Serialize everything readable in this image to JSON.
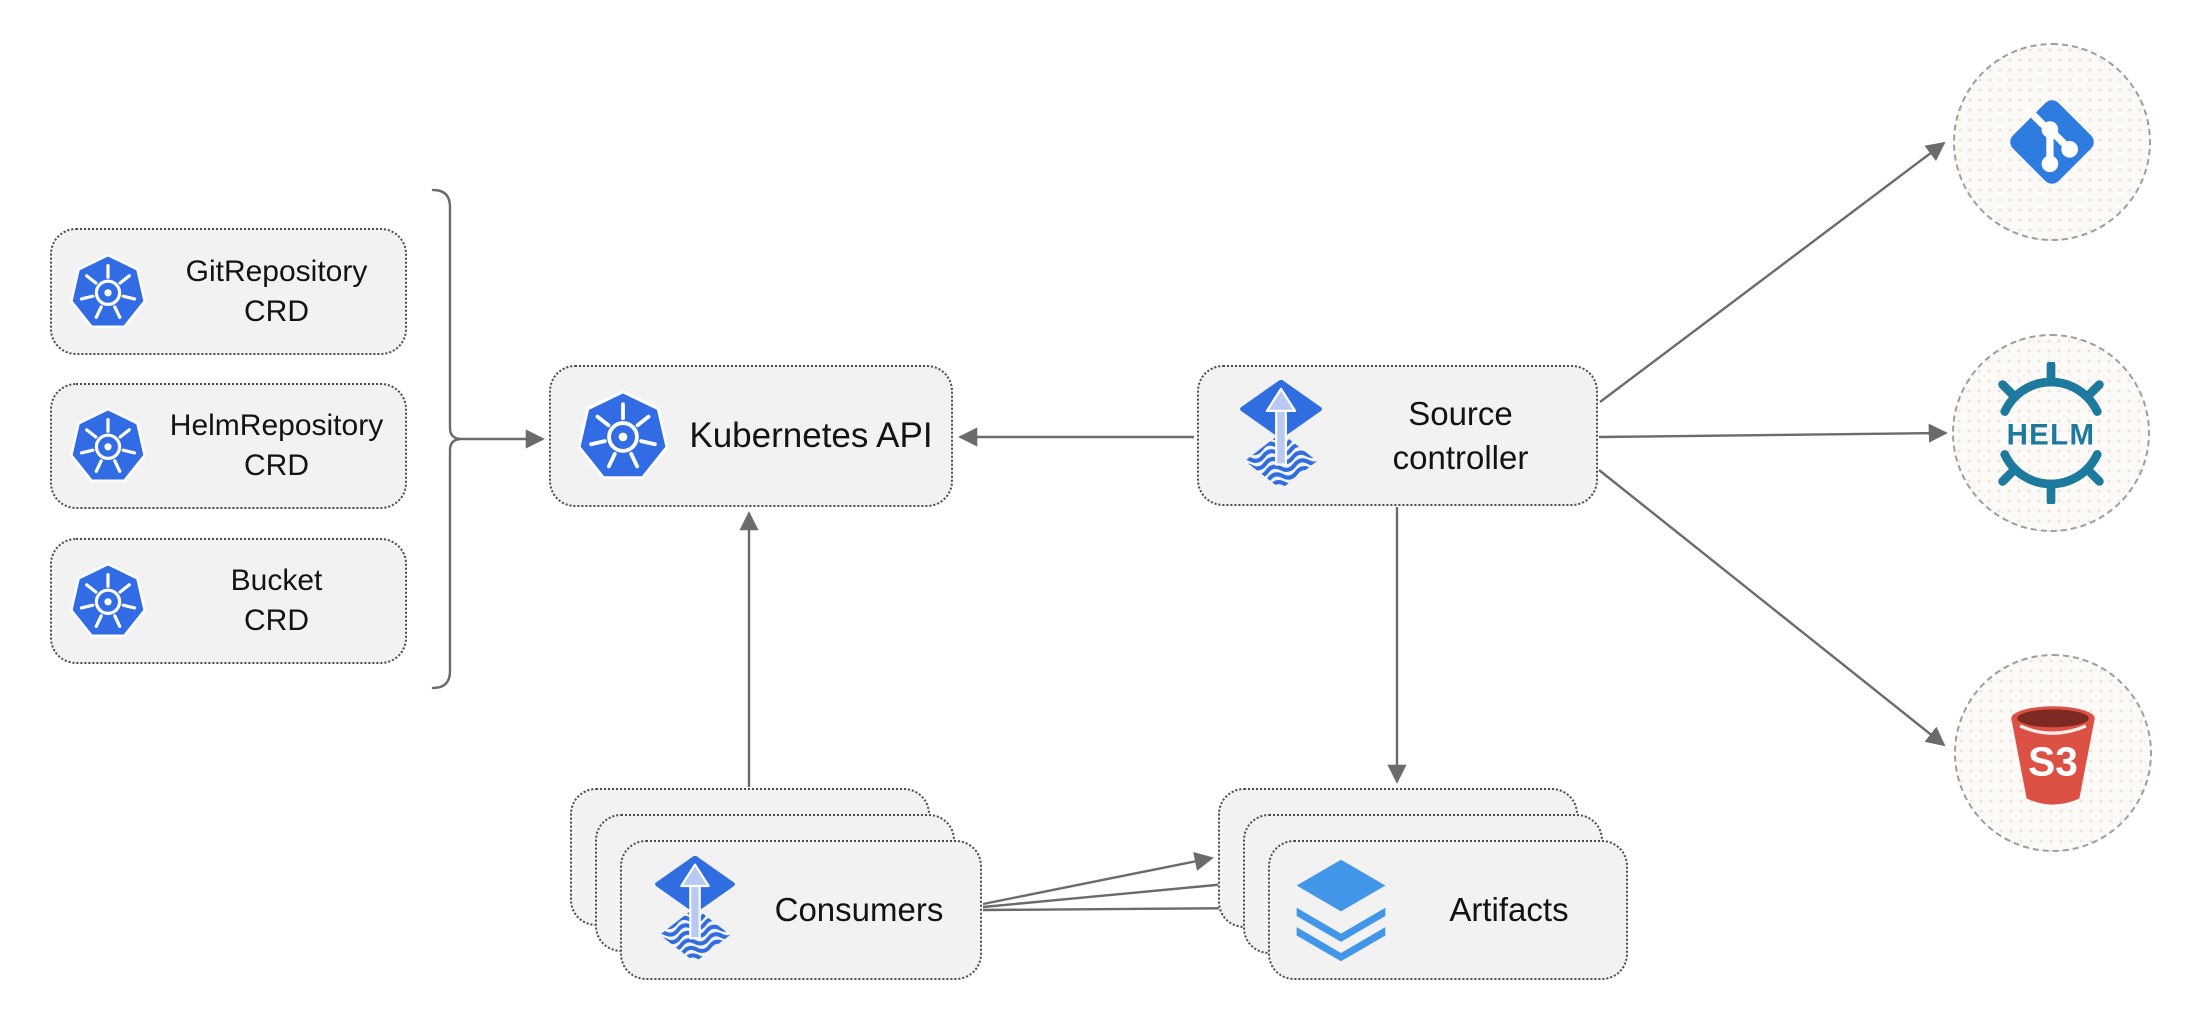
{
  "diagram": {
    "crd_boxes": [
      {
        "title": "GitRepository",
        "subtitle": "CRD",
        "icon": "kubernetes-icon"
      },
      {
        "title": "HelmRepository",
        "subtitle": "CRD",
        "icon": "kubernetes-icon"
      },
      {
        "title": "Bucket",
        "subtitle": "CRD",
        "icon": "kubernetes-icon"
      }
    ],
    "kubernetes_api": {
      "label": "Kubernetes API",
      "icon": "kubernetes-icon"
    },
    "source_controller": {
      "title": "Source",
      "subtitle": "controller",
      "icon": "flux-icon"
    },
    "consumers": {
      "label": "Consumers",
      "icon": "flux-icon",
      "stack_count": 3
    },
    "artifacts": {
      "label": "Artifacts",
      "icon": "artifacts-layers-icon",
      "stack_count": 3
    },
    "external_sources": [
      {
        "name": "git",
        "icon": "git-icon"
      },
      {
        "name": "helm",
        "icon": "helm-icon",
        "label": "HELM"
      },
      {
        "name": "s3",
        "icon": "s3-bucket-icon",
        "label": "S3"
      }
    ],
    "edges": [
      {
        "from": "crd-group-bracket",
        "to": "kubernetes-api"
      },
      {
        "from": "source-controller",
        "to": "kubernetes-api"
      },
      {
        "from": "consumers",
        "to": "kubernetes-api"
      },
      {
        "from": "source-controller",
        "to": "artifacts"
      },
      {
        "from": "source-controller",
        "to": "git"
      },
      {
        "from": "source-controller",
        "to": "helm"
      },
      {
        "from": "source-controller",
        "to": "s3"
      },
      {
        "from": "consumers",
        "to": "artifacts",
        "count": 3
      }
    ],
    "colors": {
      "node_background": "#f2f2f3",
      "node_border": "#4c4c4c",
      "circle_background": "#fbfaf7",
      "circle_border": "#9e9e9e",
      "connector": "#6b6b6b",
      "text": "#131313",
      "kubernetes_blue": "#326ce5",
      "flux_blue": "#2f6de0",
      "flux_arrow_light": "#b9c9f2",
      "git_blue": "#2e7ce0",
      "helm_teal": "#1d7a9e",
      "s3_red": "#dd5044",
      "s3_dark": "#7d2b22",
      "artifacts_blue": "#4196ea"
    }
  }
}
